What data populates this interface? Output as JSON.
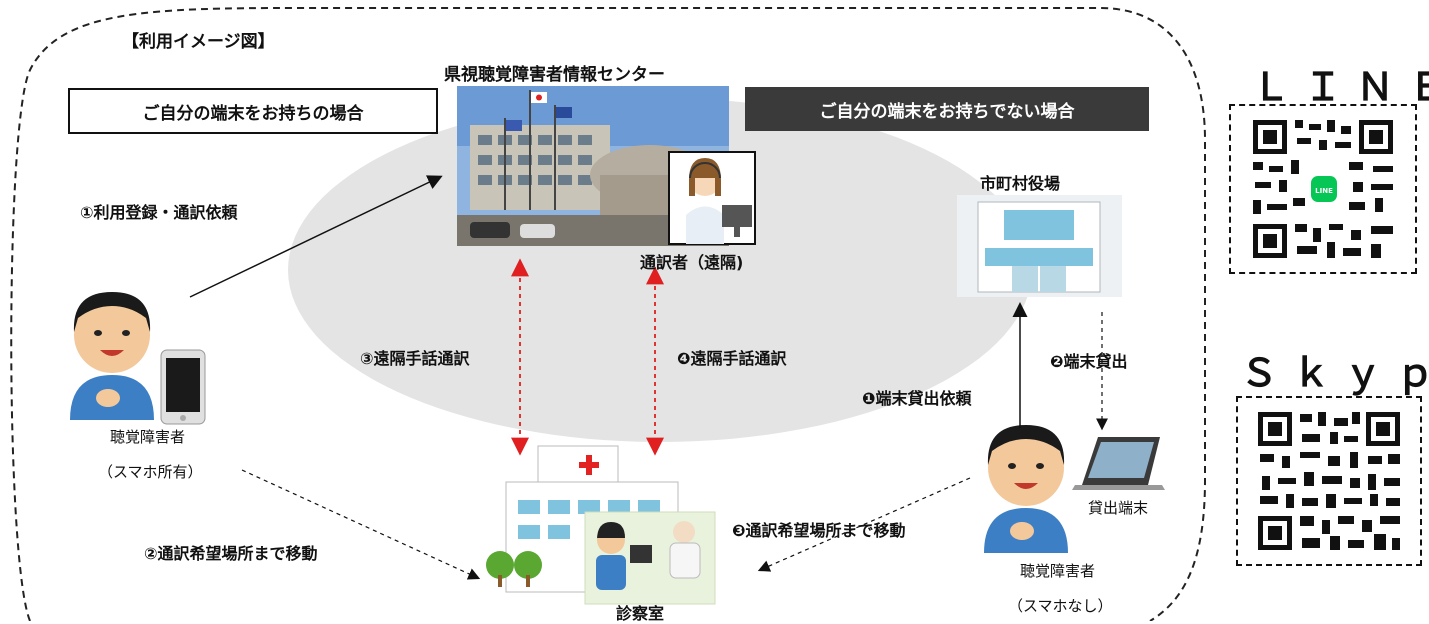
{
  "diagram": {
    "title": "【利用イメージ図】",
    "center_name": "県視聴覚障害者情報センター",
    "with_device_label": "ご自分の端末をお持ちの場合",
    "without_device_label": "ご自分の端末をお持ちでない場合",
    "interpreter_label": "通訳者（遠隔)",
    "municipal_office_label": "市町村役場",
    "user_left_label": "聴覚障害者",
    "user_left_sub": "（スマホ所有）",
    "user_right_label": "聴覚障害者",
    "user_right_sub": "（スマホなし）",
    "lent_device_label": "貸出端末",
    "clinic_label": "診察室",
    "steps": {
      "register": "①利用登録・通訳依頼",
      "move_left": "②通訳希望場所まで移動",
      "remote_left": "③遠隔手話通訳",
      "remote_right": "❹遠隔手話通訳",
      "lend_request": "❶端末貸出依頼",
      "lend": "❷端末貸出",
      "move_right": "❸通訳希望場所まで移動"
    }
  },
  "qr": {
    "line_title": "ＬＩＮＥ",
    "skype_title": "Ｓｋｙｐｅ"
  },
  "colors": {
    "ellipse": "#e4e4e4",
    "dark_box": "#3a3a3a",
    "red_arrow": "#e02020",
    "shirt": "#3d7fc4",
    "hospital_cross": "#e32222"
  }
}
